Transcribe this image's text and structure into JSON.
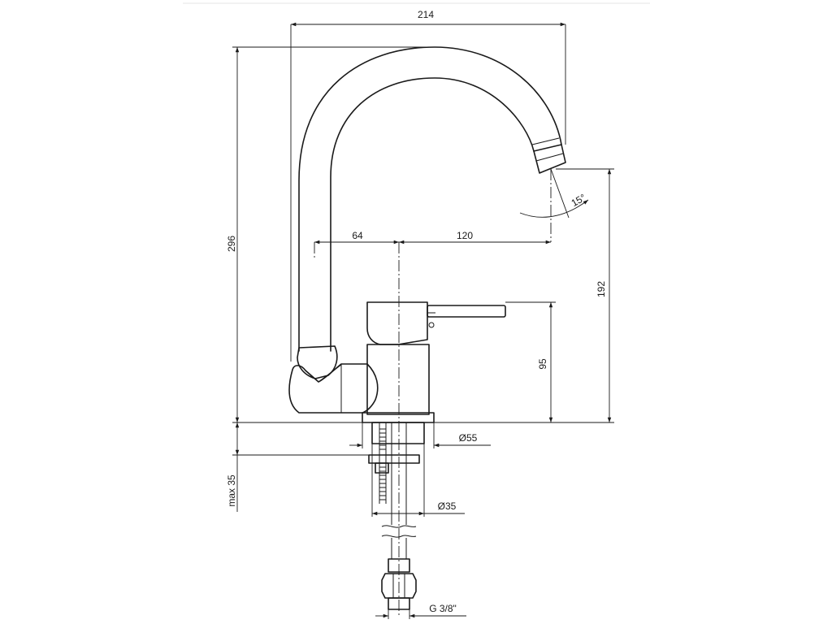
{
  "dimensions": {
    "overall_width": "214",
    "overall_height": "296",
    "spout_height": "192",
    "body_height": "95",
    "offset_left": "64",
    "offset_right": "120",
    "angle": "15°",
    "base_diameter": "Ø55",
    "hole_diameter": "Ø35",
    "max_thickness": "max 35",
    "connection": "G 3/8\""
  }
}
